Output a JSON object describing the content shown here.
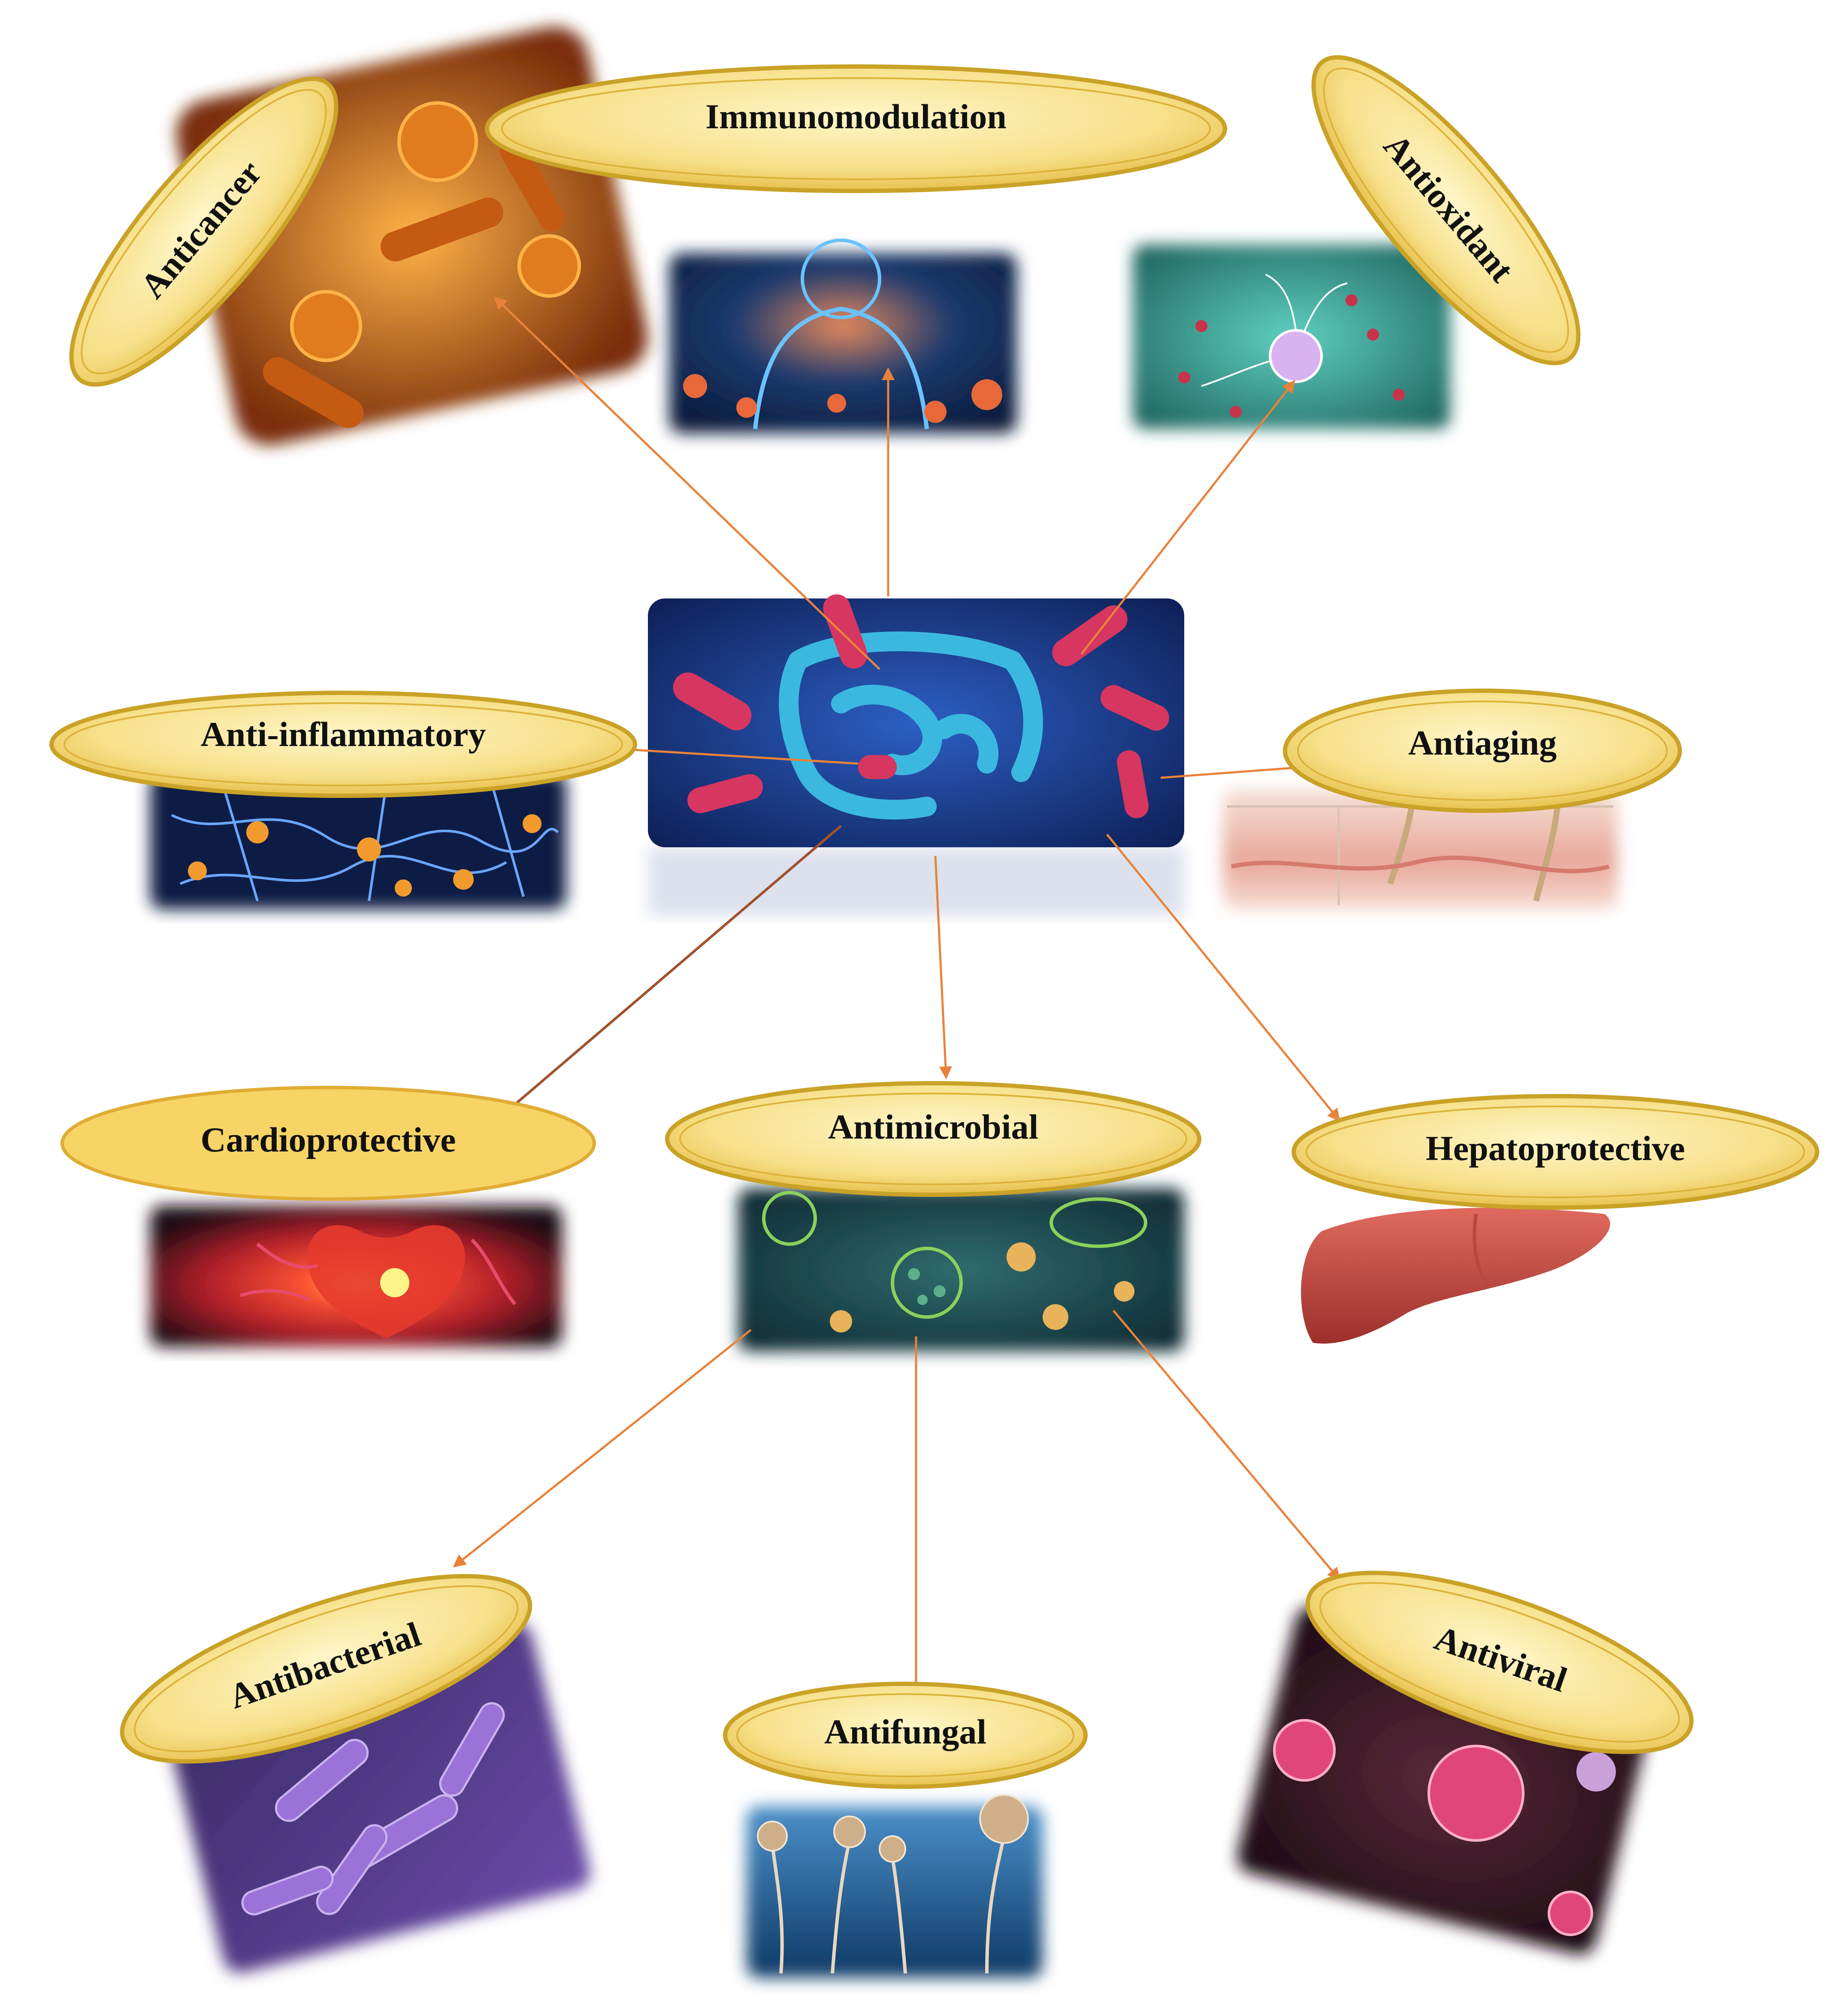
{
  "diagram": {
    "center": {
      "name": "gut-microbiota-image"
    },
    "nodes": [
      {
        "id": "anticancer",
        "label": "Anticancer"
      },
      {
        "id": "immunomodulation",
        "label": "Immunomodulation"
      },
      {
        "id": "antioxidant",
        "label": "Antioxidant"
      },
      {
        "id": "anti-inflammatory",
        "label": "Anti-inflammatory"
      },
      {
        "id": "antiaging",
        "label": "Antiaging"
      },
      {
        "id": "cardioprotective",
        "label": "Cardioprotective"
      },
      {
        "id": "antimicrobial",
        "label": "Antimicrobial"
      },
      {
        "id": "hepatoprotective",
        "label": "Hepatoprotective"
      },
      {
        "id": "antibacterial",
        "label": "Antibacterial"
      },
      {
        "id": "antifungal",
        "label": "Antifungal"
      },
      {
        "id": "antiviral",
        "label": "Antiviral"
      }
    ],
    "edges": [
      {
        "from": "center",
        "to": "anticancer"
      },
      {
        "from": "center",
        "to": "immunomodulation"
      },
      {
        "from": "center",
        "to": "antioxidant"
      },
      {
        "from": "center",
        "to": "anti-inflammatory"
      },
      {
        "from": "center",
        "to": "antiaging"
      },
      {
        "from": "center",
        "to": "cardioprotective"
      },
      {
        "from": "center",
        "to": "antimicrobial"
      },
      {
        "from": "center",
        "to": "hepatoprotective"
      },
      {
        "from": "antimicrobial",
        "to": "antibacterial"
      },
      {
        "from": "antimicrobial",
        "to": "antifungal"
      },
      {
        "from": "antimicrobial",
        "to": "antiviral"
      }
    ],
    "colors": {
      "arrow": "#e8823a",
      "arrow_dark": "#a0522d",
      "ellipse_fill": "#f7e08a",
      "ellipse_stroke": "#c9a227",
      "center_bg": "#1e3a8a",
      "bacteria": "#d6365f",
      "intestine": "#3bb8e0"
    }
  }
}
